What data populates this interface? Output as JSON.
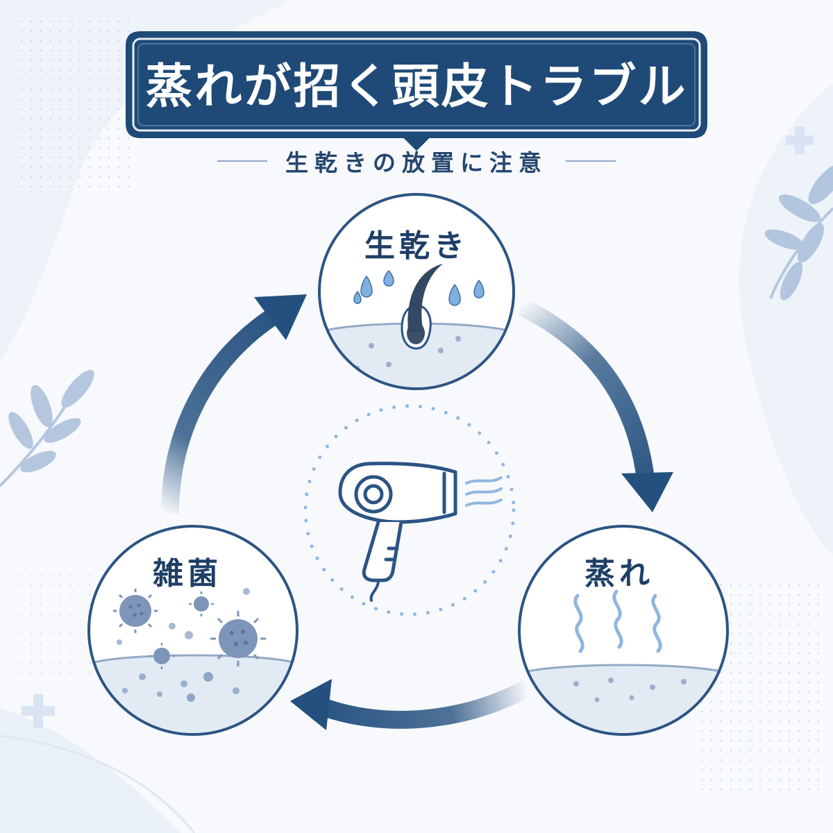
{
  "header": {
    "title": "蒸れが招く頭皮トラブル",
    "subtitle": "生乾きの放置に注意"
  },
  "cycle": {
    "nodes": [
      {
        "label": "生乾き",
        "icon": "wet-hair-scalp-icon"
      },
      {
        "label": "蒸れ",
        "icon": "steam-scalp-icon"
      },
      {
        "label": "雑菌",
        "icon": "bacteria-scalp-icon"
      }
    ],
    "center_icon": "hair-dryer-icon"
  },
  "colors": {
    "navy": "#1f4a78",
    "arrow": "#24507f",
    "light_blue": "#8fb6e0",
    "background": "#f7f9fc"
  }
}
